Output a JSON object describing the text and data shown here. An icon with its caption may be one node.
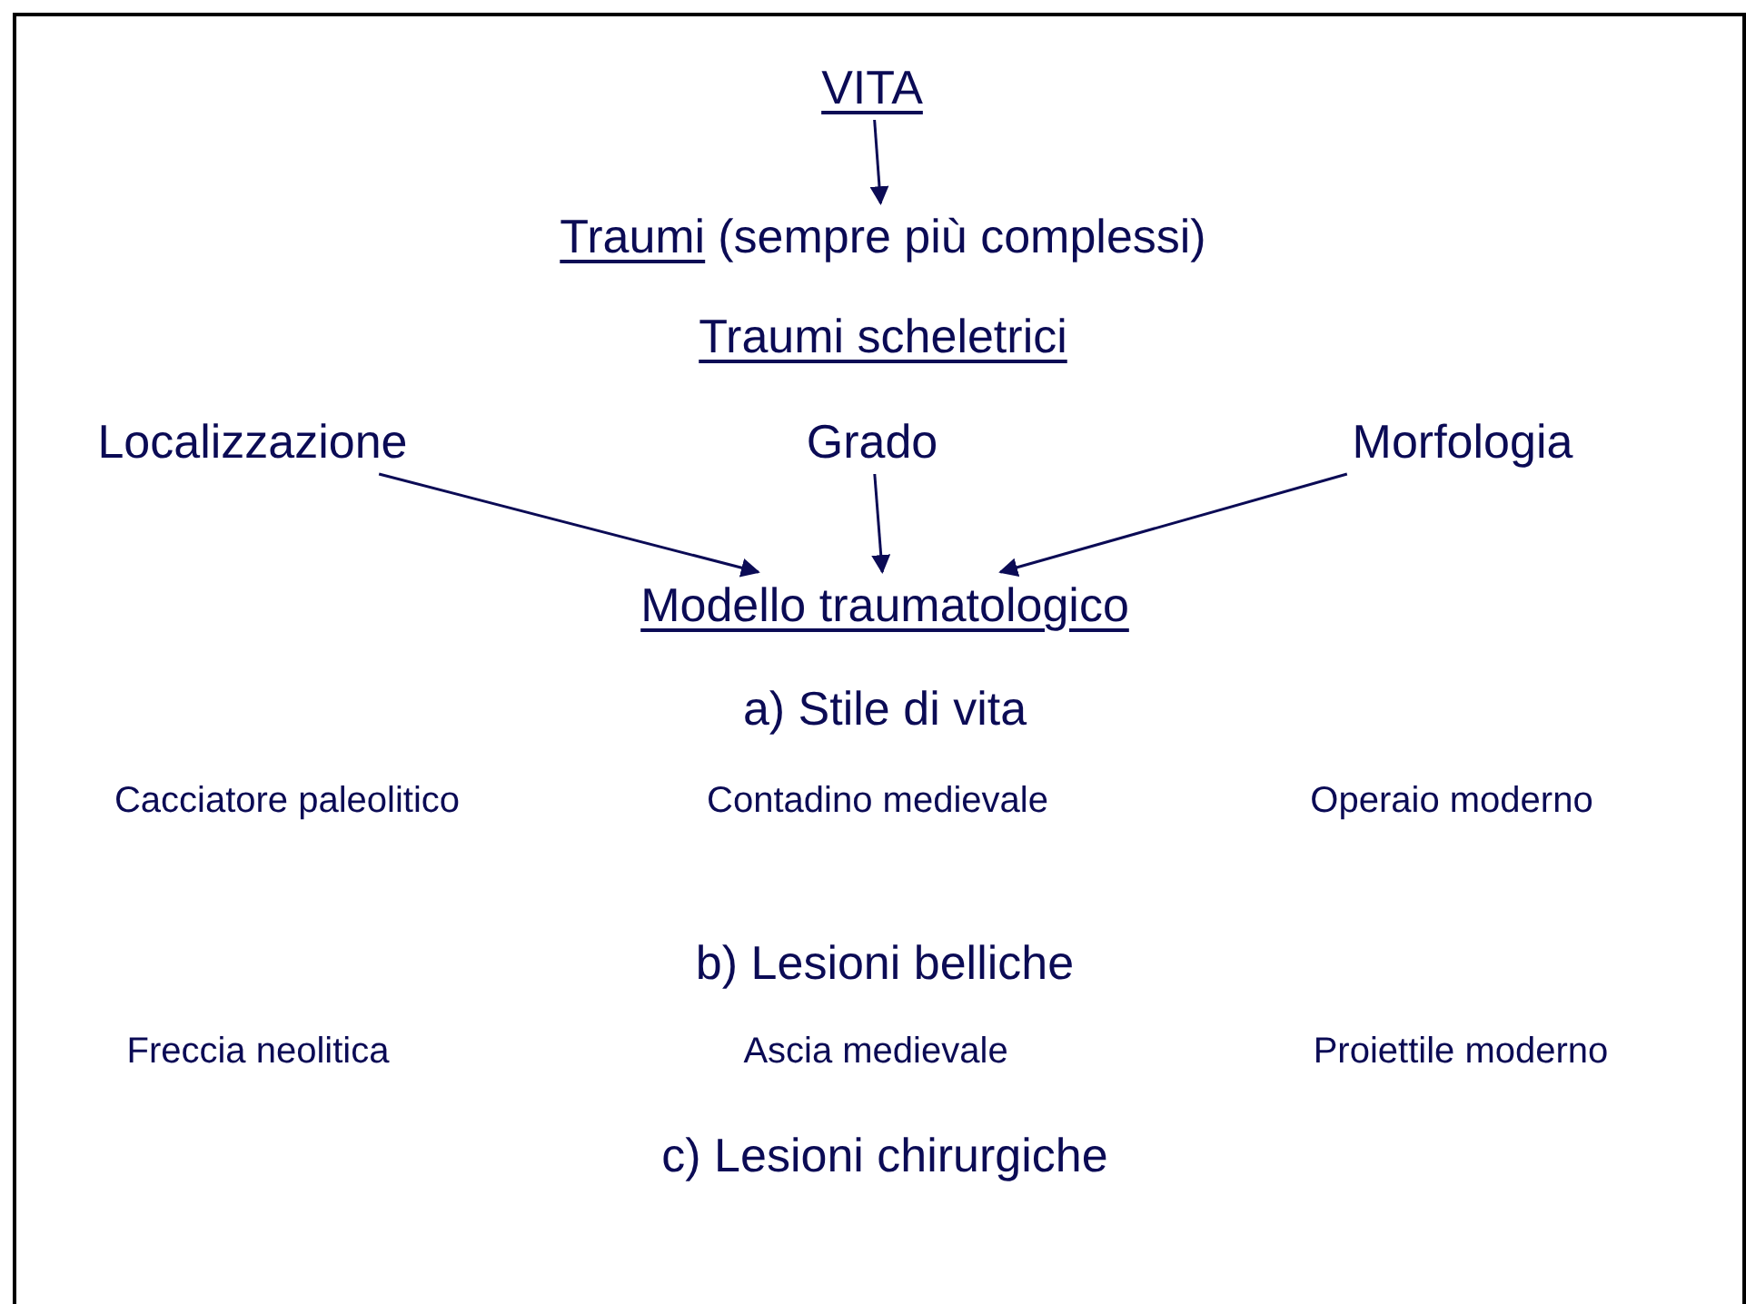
{
  "diagram": {
    "nodes": [
      {
        "text": [
          "VITA"
        ]
      },
      {
        "text": [
          "Traumi",
          "(sempre più complessi)"
        ]
      },
      {
        "text": [
          "Localizzazione"
        ]
      },
      {
        "text": [
          "Grado"
        ]
      },
      {
        "text": [
          "Morfologia"
        ]
      },
      {
        "text": [
          "Modello traumatologico"
        ]
      }
    ],
    "edges": [
      {
        "from": 0,
        "to": 1,
        "arrow": "to"
      },
      {
        "from": 2,
        "to": 5,
        "arrow": "to"
      },
      {
        "from": 3,
        "to": 5,
        "arrow": "to"
      },
      {
        "from": 4,
        "to": 5,
        "arrow": "to"
      }
    ],
    "labels": [
      "Traumi scheletrici",
      "a) Stile di vita",
      "Cacciatore paleolitico",
      "Contadino medievale",
      "Operaio moderno",
      "b) Lesioni belliche",
      "Freccia neolitica",
      "Ascia medievale",
      "Proiettile moderno",
      "c) Lesioni chirurgiche"
    ]
  }
}
